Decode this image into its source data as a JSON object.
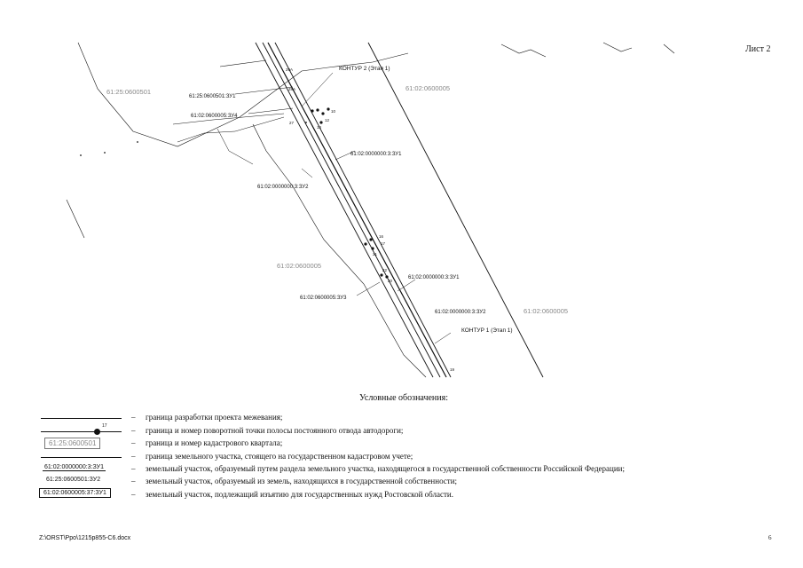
{
  "sheet": {
    "label": "Лист 2"
  },
  "map": {
    "quarters": {
      "q1": "61:25:0600501",
      "q2": "61:02:0600005",
      "q3": "61:02:0600005",
      "q4": "61:02:0600005"
    },
    "contours": {
      "c2": "КОНТУР 2 (Этап 1)",
      "c1": "КОНТУР 1 (Этап 1)"
    },
    "parcels": {
      "p1": "61:25:0600501:ЗУ1",
      "p2": "61:02:0600005:ЗУ4",
      "p3": "61:02:0000000:3:ЗУ1",
      "p4": "61:02:0000000:3:ЗУ2",
      "p5": "61:02:0000000:3:ЗУ1",
      "p6": "61:02:0600005:ЗУ3",
      "p7": "61:02:0000000:3:ЗУ2"
    },
    "points": {
      "pt_a": "29A",
      "pt_b": "28A",
      "pt_c": "27",
      "pt_d": "10",
      "pt_e": "12",
      "pt_f": "14",
      "pt_g": "16",
      "pt_h": "17",
      "pt_i": "21",
      "pt_j": "22",
      "pt_k": "20",
      "pt_l": "19"
    }
  },
  "legend": {
    "title": "Условные обозначения:",
    "dash": "–",
    "items": [
      {
        "text": "граница разработки проекта межевания;"
      },
      {
        "text": "граница и номер поворотной точки полосы постоянного отвода автодороги;",
        "sample": "17"
      },
      {
        "text": "граница и номер кадастрового квартала;",
        "sample": "61:25:0600501"
      },
      {
        "text": "граница земельного участка, стоящего на государственном кадастровом учете;"
      },
      {
        "text": "земельный участок, образуемый путем раздела земельного участка, находящегося в государственной собственности Российской Федерации;",
        "sample": "61:02:0000000:3:ЗУ1"
      },
      {
        "text": "земельный участок, образуемый из земель, находящихся в государственной собственности;",
        "sample": "61:25:0600501:ЗУ2"
      },
      {
        "text": "земельный участок, подлежащий изъятию для государственных нужд Ростовской области.",
        "sample": "61:02:0600005:37:ЗУ1"
      }
    ]
  },
  "footer": {
    "path": "Z:\\ORST\\Ppo\\1215p855-C6.docx",
    "page": "6"
  },
  "colors": {
    "quarter_label": "#888888",
    "line": "#111111"
  }
}
